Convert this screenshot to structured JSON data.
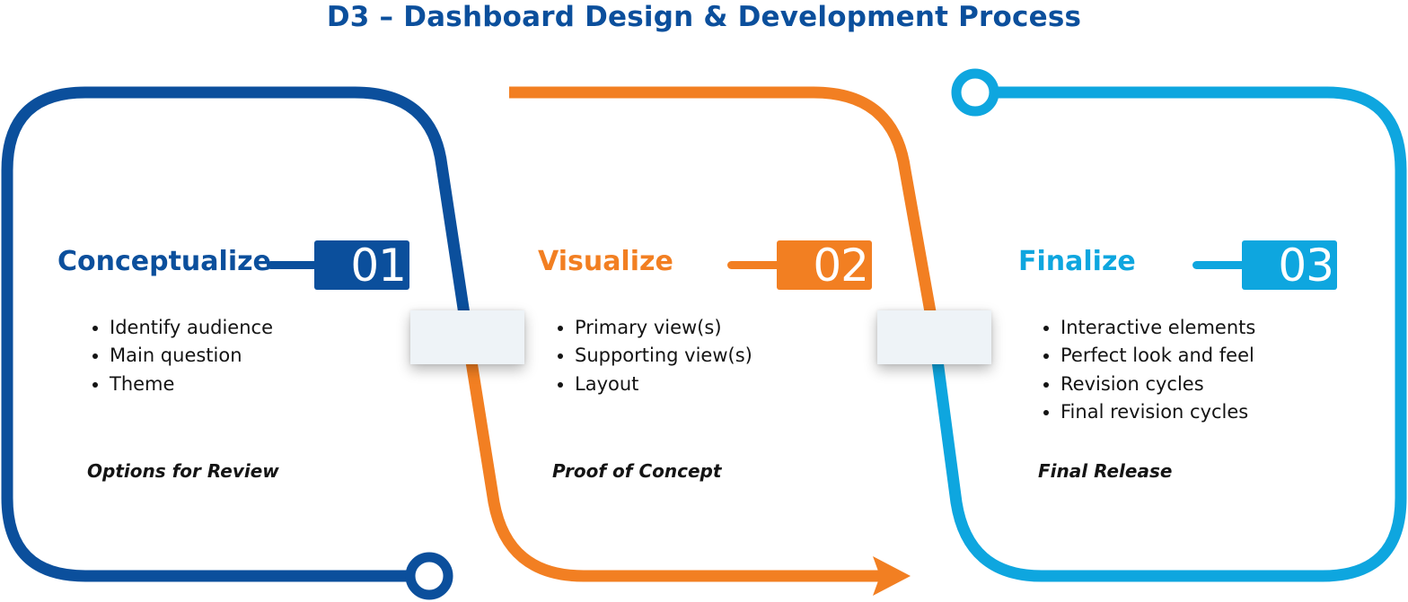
{
  "title": "D3 – Dashboard Design & Development Process",
  "colors": {
    "stage1": "#0b4f9c",
    "stage2": "#f27f22",
    "stage3": "#0ea6df",
    "text": "#141414"
  },
  "stages": [
    {
      "title": "Conceptualize",
      "number": "01",
      "bullets": [
        "Identify audience",
        "Main question",
        "Theme"
      ],
      "outcome": "Options for Review"
    },
    {
      "title": "Visualize",
      "number": "02",
      "bullets": [
        "Primary view(s)",
        "Supporting view(s)",
        "Layout"
      ],
      "outcome": "Proof of Concept"
    },
    {
      "title": "Finalize",
      "number": "03",
      "bullets": [
        "Interactive elements",
        "Perfect look and feel",
        "Revision cycles",
        "Final revision cycles"
      ],
      "outcome": "Final Release"
    }
  ]
}
